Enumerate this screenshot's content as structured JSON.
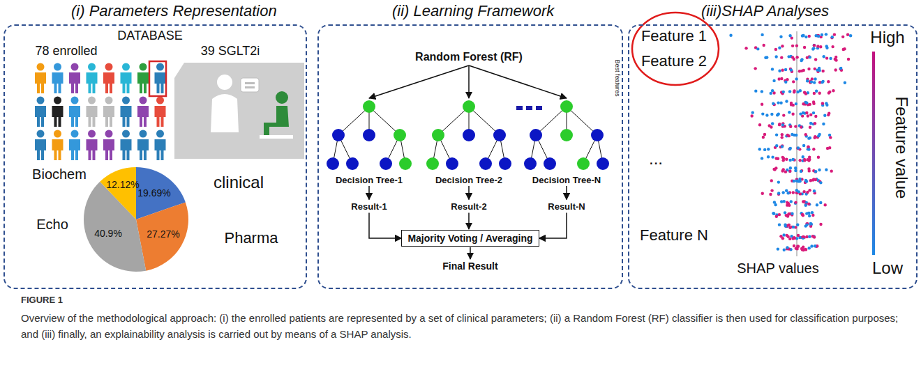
{
  "diagram": {
    "caption": "Overview of the methodological approach: (i) the enrolled patients are represented by a set of clinical parameters; (ii) a Random Forest (RF) classifier is then used for classification purposes; and (iii) finally, an explainability analysis is carried out by means of a SHAP analysis.",
    "nodes": [
      {
        "text": [
          "(i) Parameters Representation"
        ]
      },
      {
        "text": [
          "(ii) Learning Framework"
        ]
      },
      {
        "text": [
          "(iii)SHAP Analyses"
        ]
      },
      {
        "text": [
          "Random Forest (RF)"
        ],
        "in": 1
      },
      {
        "text": [
          "Decision Tree-1"
        ],
        "in": 1
      },
      {
        "text": [
          "Result-1"
        ],
        "in": 1
      },
      {
        "text": [
          "Decision Tree-2"
        ],
        "in": 1
      },
      {
        "text": [
          "Result-2"
        ],
        "in": 1
      },
      {
        "text": [
          "Decision Tree-N"
        ],
        "in": 1
      },
      {
        "text": [
          "Result-N"
        ],
        "in": 1
      },
      {
        "text": [
          "Majority Voting / Averaging"
        ],
        "in": 1
      },
      {
        "text": [
          "Final Result"
        ],
        "in": 1
      }
    ],
    "edges": [
      {
        "from": 3,
        "to": 4,
        "arrow": "to"
      },
      {
        "from": 3,
        "to": 6,
        "arrow": "to"
      },
      {
        "from": 3,
        "to": 8,
        "arrow": "to"
      },
      {
        "from": 4,
        "to": 5,
        "arrow": "to"
      },
      {
        "from": 6,
        "to": 7,
        "arrow": "to"
      },
      {
        "from": 8,
        "to": 9,
        "arrow": "to"
      },
      {
        "from": 5,
        "to": 10,
        "arrow": "to"
      },
      {
        "from": 7,
        "to": 10,
        "arrow": "to"
      },
      {
        "from": 9,
        "to": 10,
        "arrow": "to"
      },
      {
        "from": 10,
        "to": 11,
        "arrow": "to"
      }
    ],
    "labels": [
      "DATABASE",
      "78 enrolled",
      "39 SGLT2i",
      "Biochem",
      "Echo",
      "clinical",
      "Pharma",
      "19.69%",
      "27.27%",
      "40.9%",
      "12.12%",
      "Best features",
      "Feature 1",
      "Feature 2",
      "...",
      "Feature N",
      "SHAP values",
      "High",
      "Low",
      "Feature value",
      "FIGURE 1"
    ]
  }
}
